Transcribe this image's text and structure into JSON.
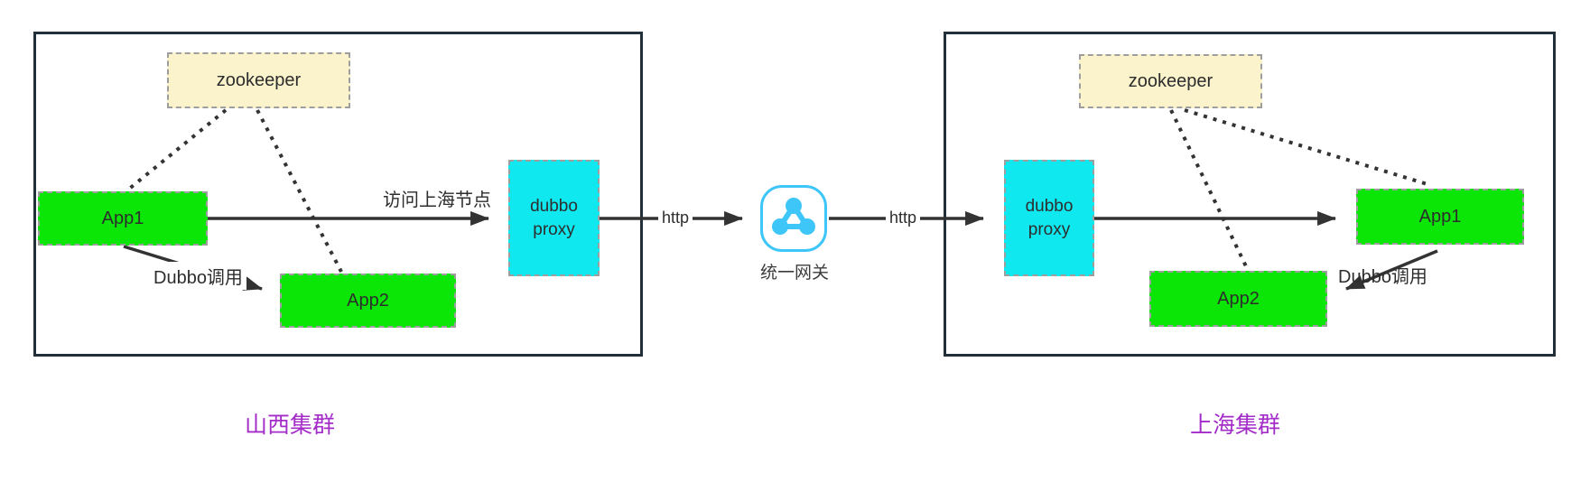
{
  "colors": {
    "app_green": "#0be606",
    "proxy_cyan": "#0fe8ef",
    "zookeeper_cream": "#faf3cc",
    "dashed_border": "#9e9e9e",
    "container_border": "#22303c",
    "line": "#333333",
    "text": "#2d2d2d",
    "cluster_label": "#a32cc9",
    "gateway_blue": "#3ec6f8"
  },
  "left_cluster": {
    "label": "山西集群",
    "zookeeper": "zookeeper",
    "app1": "App1",
    "app2": "App2",
    "proxy": "dubbo proxy",
    "edge_visit": "访问上海节点",
    "edge_dubbo_call": "Dubbo调用",
    "edge_http": "http"
  },
  "gateway": {
    "label": "统一网关"
  },
  "right_cluster": {
    "label": "上海集群",
    "zookeeper": "zookeeper",
    "app1": "App1",
    "app2": "App2",
    "proxy": "dubbo proxy",
    "edge_dubbo_call": "Dubbo调用",
    "edge_http": "http"
  }
}
